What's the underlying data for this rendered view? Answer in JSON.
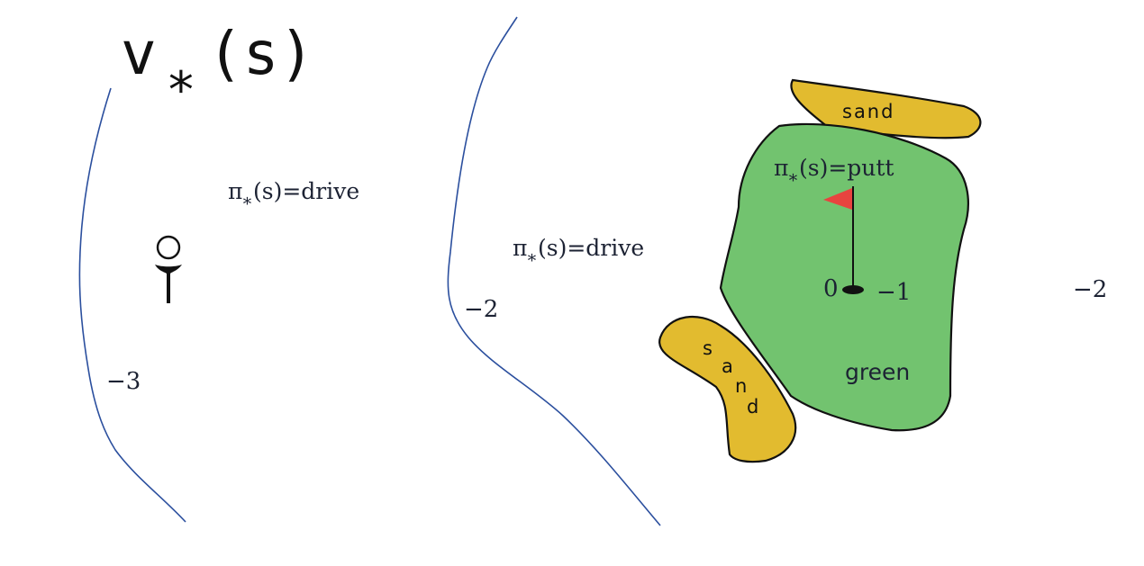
{
  "title": {
    "main": "v",
    "subscript": "∗",
    "arg": "(s)"
  },
  "policy_labels": [
    {
      "pi": "π",
      "star": "∗",
      "expr": "(s)=drive"
    },
    {
      "pi": "π",
      "star": "∗",
      "expr": "(s)=drive"
    },
    {
      "pi": "π",
      "star": "∗",
      "expr": "(s)=putt"
    }
  ],
  "contour_values": {
    "outer_left": "−3",
    "middle": "−2",
    "right": "−2",
    "green_edge": "−1",
    "hole": "0"
  },
  "regions": {
    "sand_top": "sand",
    "sand_bottom_letters": [
      "s",
      "a",
      "n",
      "d"
    ],
    "green": "green"
  },
  "colors": {
    "contour_line": "#2b4f9e",
    "green_fill": "#72c36f",
    "sand_fill": "#e2bb2f",
    "outline": "#111111",
    "flag": "#e8433f",
    "text": "#1c2233"
  },
  "icons": {
    "tee": "golf-tee-icon",
    "flag": "flag-icon",
    "hole": "hole-icon"
  }
}
